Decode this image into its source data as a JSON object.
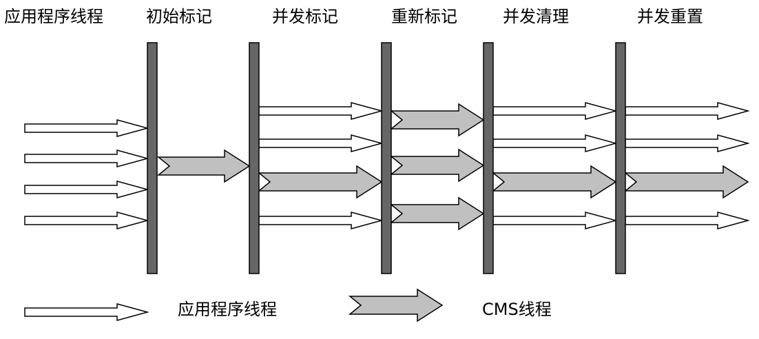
{
  "colors": {
    "phase_bar": "#666666",
    "app_thread_fill": "#ffffff",
    "cms_thread_fill": "#c0c0c0",
    "outline": "#000000"
  },
  "phases": {
    "first_column_label": "应用程序线程",
    "items": [
      {
        "label": "初始标记"
      },
      {
        "label": "并发标记"
      },
      {
        "label": "重新标记"
      },
      {
        "label": "并发清理"
      },
      {
        "label": "并发重置"
      }
    ]
  },
  "legend": {
    "app_thread_label": "应用程序线程",
    "cms_thread_label": "CMS线程"
  }
}
